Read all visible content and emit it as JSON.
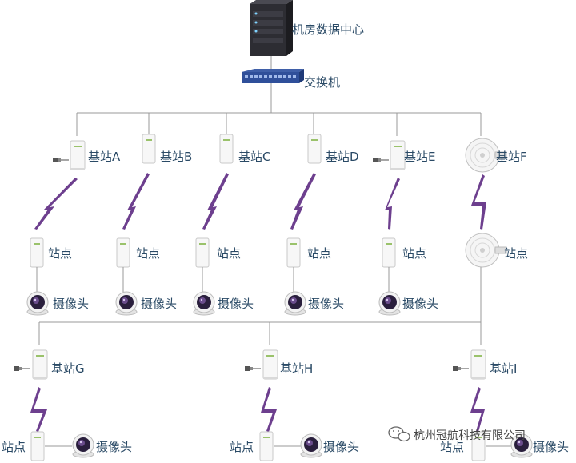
{
  "title_nodes": {
    "datacenter": "机房数据中心",
    "switch": "交换机"
  },
  "base_stations": [
    {
      "id": "A",
      "label": "基站A",
      "style": "panel"
    },
    {
      "id": "B",
      "label": "基站B",
      "style": "small"
    },
    {
      "id": "C",
      "label": "基站C",
      "style": "small"
    },
    {
      "id": "D",
      "label": "基站D",
      "style": "small"
    },
    {
      "id": "E",
      "label": "基站E",
      "style": "panel"
    },
    {
      "id": "F",
      "label": "基站F",
      "style": "dish"
    },
    {
      "id": "G",
      "label": "基站G",
      "style": "panel"
    },
    {
      "id": "H",
      "label": "基站H",
      "style": "panel"
    },
    {
      "id": "I",
      "label": "基站I",
      "style": "panel"
    }
  ],
  "station_label": "站点",
  "camera_label": "摄像头",
  "watermark": {
    "text": "杭州冠航科技有限公司",
    "icon": "wechat-icon"
  },
  "colors": {
    "bolt": "#6d3f8e",
    "label": "#2a4a66",
    "line": "#999999"
  }
}
